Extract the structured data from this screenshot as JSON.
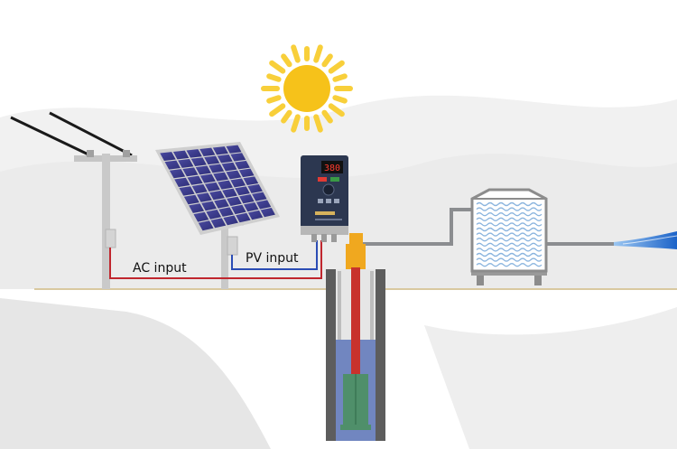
{
  "labels": {
    "ac_input": "AC input",
    "pv_input": "PV input"
  },
  "inverter": {
    "display_value": "380"
  },
  "colors": {
    "sun_body": "#f6c21a",
    "sun_rays": "#f8cf3a",
    "solar_cell": "#3b3a8c",
    "inverter_body": "#2c3750",
    "ac_wire": "#c0262e",
    "pv_wire": "#2b4db5",
    "ground_line": "#d9c9a0",
    "pipe": "#8b8d90",
    "riser_pipe": "#c8322c",
    "water_stream": "#4a90e2"
  },
  "icons": [
    "sun-icon",
    "utility-pole",
    "solar-panel",
    "solar-pump-inverter",
    "water-tank",
    "borehole-well",
    "submersible-pump",
    "water-outflow"
  ]
}
